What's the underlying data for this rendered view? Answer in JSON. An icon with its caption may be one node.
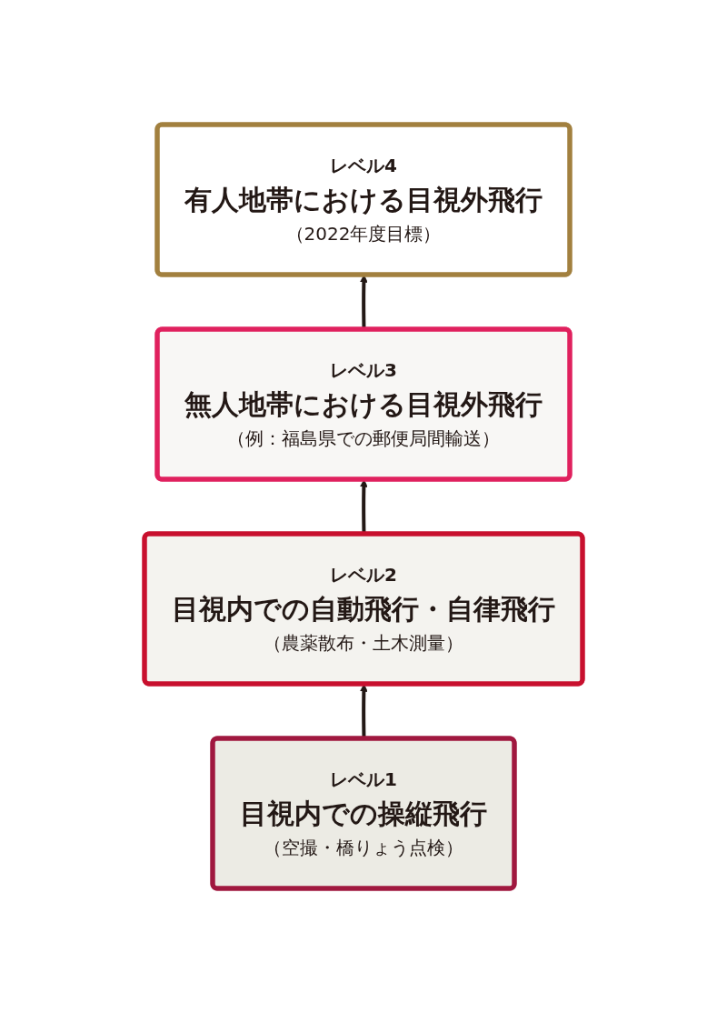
{
  "diagram": {
    "nodes": [
      {
        "text": [
          "レベル4",
          "有人地帯における目視外飛行",
          "（2022年度目標）"
        ]
      },
      {
        "text": [
          "レベル3",
          "無人地帯における目視外飛行",
          "（例：福島県での郵便局間輸送）"
        ]
      },
      {
        "text": [
          "レベル2",
          "目視内での自動飛行・自律飛行",
          "（農薬散布・土木測量）"
        ]
      },
      {
        "text": [
          "レベル1",
          "目視内での操縦飛行",
          "（空撮・橋りょう点検）"
        ]
      }
    ],
    "edges": [
      {
        "from": 3,
        "to": 2,
        "arrow": "to"
      },
      {
        "from": 2,
        "to": 1,
        "arrow": "to"
      },
      {
        "from": 1,
        "to": 0,
        "arrow": "to"
      }
    ]
  }
}
